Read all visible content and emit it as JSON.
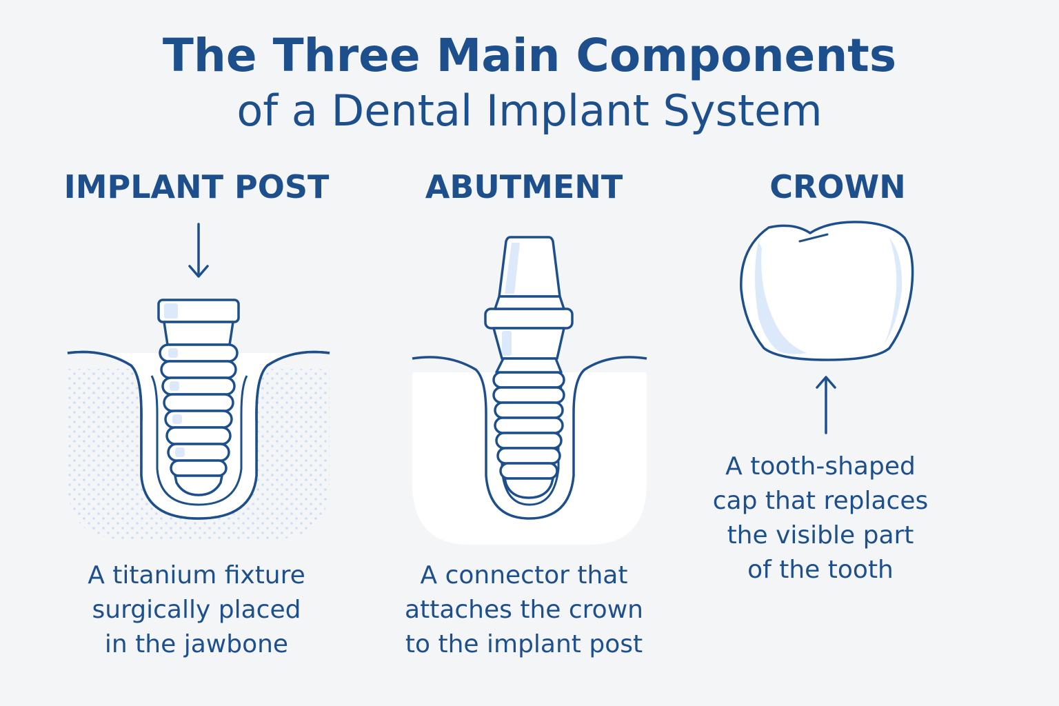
{
  "title": {
    "line1": "The Three Main Components",
    "line2": "of a Dental Implant System"
  },
  "components": [
    {
      "heading": "IMPLANT POST",
      "description": [
        "A titanium fixture",
        "surgically placed",
        "in the jawbone"
      ],
      "icon": "implant-post-icon"
    },
    {
      "heading": "ABUTMENT",
      "description": [
        "A connector that",
        "attaches the crown",
        "to the implant post"
      ],
      "icon": "abutment-icon"
    },
    {
      "heading": "CROWN",
      "description": [
        "A tooth-shaped",
        "cap that replaces",
        "the visible part",
        "of the tooth"
      ],
      "icon": "crown-icon"
    }
  ],
  "colors": {
    "primary": "#1d4f8c",
    "light_blue": "#dce9fb",
    "background": "#f4f5f6"
  }
}
